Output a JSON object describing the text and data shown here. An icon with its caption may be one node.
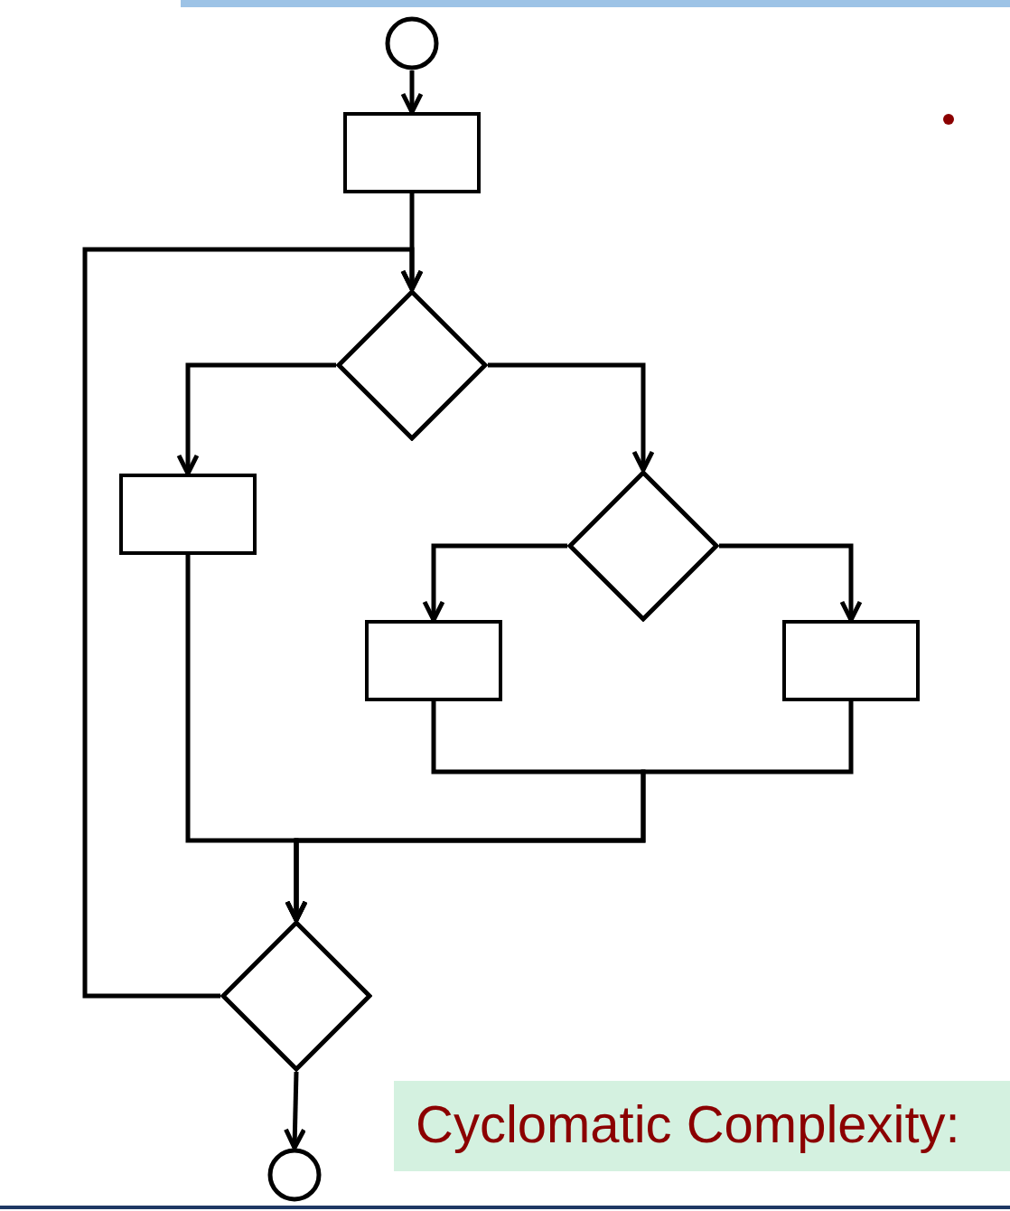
{
  "diagram": {
    "nodes": [
      {
        "text": [],
        "shape": "circle"
      },
      {
        "text": [],
        "shape": "box"
      },
      {
        "text": [],
        "shape": "diamond"
      },
      {
        "text": [],
        "shape": "box"
      },
      {
        "text": [],
        "shape": "diamond"
      },
      {
        "text": [],
        "shape": "box"
      },
      {
        "text": [],
        "shape": "box"
      },
      {
        "text": [],
        "shape": "diamond"
      },
      {
        "text": [],
        "shape": "circle"
      },
      {
        "text": [
          "Cyclomatic Complexity:"
        ]
      }
    ],
    "edges": [
      {
        "from": 0,
        "to": 1,
        "arrow": "to"
      },
      {
        "from": 1,
        "to": 2,
        "arrow": "to"
      },
      {
        "from": 2,
        "to": 3,
        "arrow": "to"
      },
      {
        "from": 2,
        "to": 4,
        "arrow": "to"
      },
      {
        "from": 4,
        "to": 5,
        "arrow": "to"
      },
      {
        "from": 4,
        "to": 6,
        "arrow": "to"
      },
      {
        "from": 5,
        "to": 7,
        "arrow": "to"
      },
      {
        "from": 6,
        "to": 7,
        "arrow": "to"
      },
      {
        "from": 3,
        "to": 7,
        "arrow": "to"
      },
      {
        "from": 7,
        "to": 2,
        "arrow": "to"
      },
      {
        "from": 7,
        "to": 8,
        "arrow": "to"
      }
    ]
  }
}
